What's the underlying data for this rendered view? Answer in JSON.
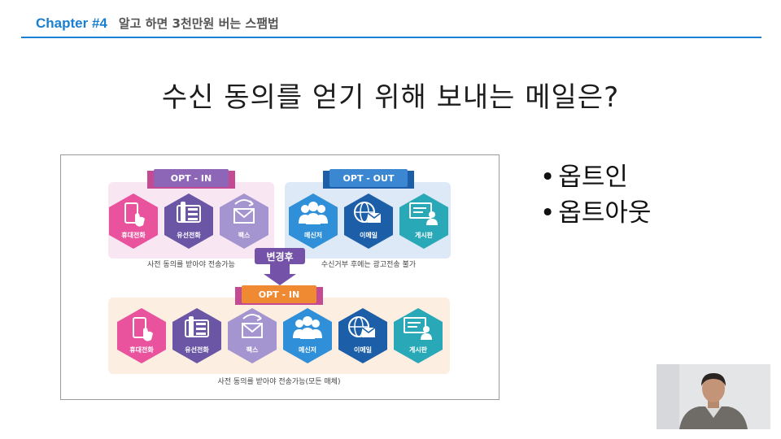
{
  "header": {
    "chapter": "Chapter #4",
    "title": "알고 하면 3천만원 버는 스팸법"
  },
  "slide": {
    "title": "수신 동의를 얻기 위해 보내는 메일은?",
    "bullets": [
      "옵트인",
      "옵트아웃"
    ]
  },
  "diagram": {
    "optin_label": "OPT - IN",
    "optout_label": "OPT - OUT",
    "change_label": "변경후",
    "optin_caption": "사전 동의를 받아야 전송가능",
    "optout_caption": "수신거부 후에는 광고전송 불가",
    "bottom_caption": "사전 동의를 받아야 전송가능(모든 매체)",
    "optin_items": [
      "휴대전화",
      "유선전화",
      "팩스"
    ],
    "optout_items": [
      "메신저",
      "이메일",
      "게시판"
    ],
    "after_items": [
      "휴대전화",
      "유선전화",
      "팩스",
      "메신저",
      "이메일",
      "게시판"
    ],
    "colors": {
      "accent": "#1a7fd0",
      "optin_bg": "#f8e7f2",
      "optout_bg": "#dde9f6",
      "after_bg": "#fdeee2",
      "banner_purple": "#8e66b8",
      "banner_pink": "#c44a94",
      "banner_blue": "#3b87d1",
      "banner_orange": "#f08a32",
      "hex_pink": "#e9539e",
      "hex_purple": "#6b56a6",
      "hex_lavender": "#a494cf",
      "hex_blue": "#2f8fd8",
      "hex_navy": "#1c5fa8",
      "hex_teal": "#29a8b8"
    },
    "icons": [
      "mobile-touch-icon",
      "desk-phone-icon",
      "fax-envelope-icon",
      "people-icon",
      "globe-mail-icon",
      "monitor-user-icon"
    ]
  }
}
